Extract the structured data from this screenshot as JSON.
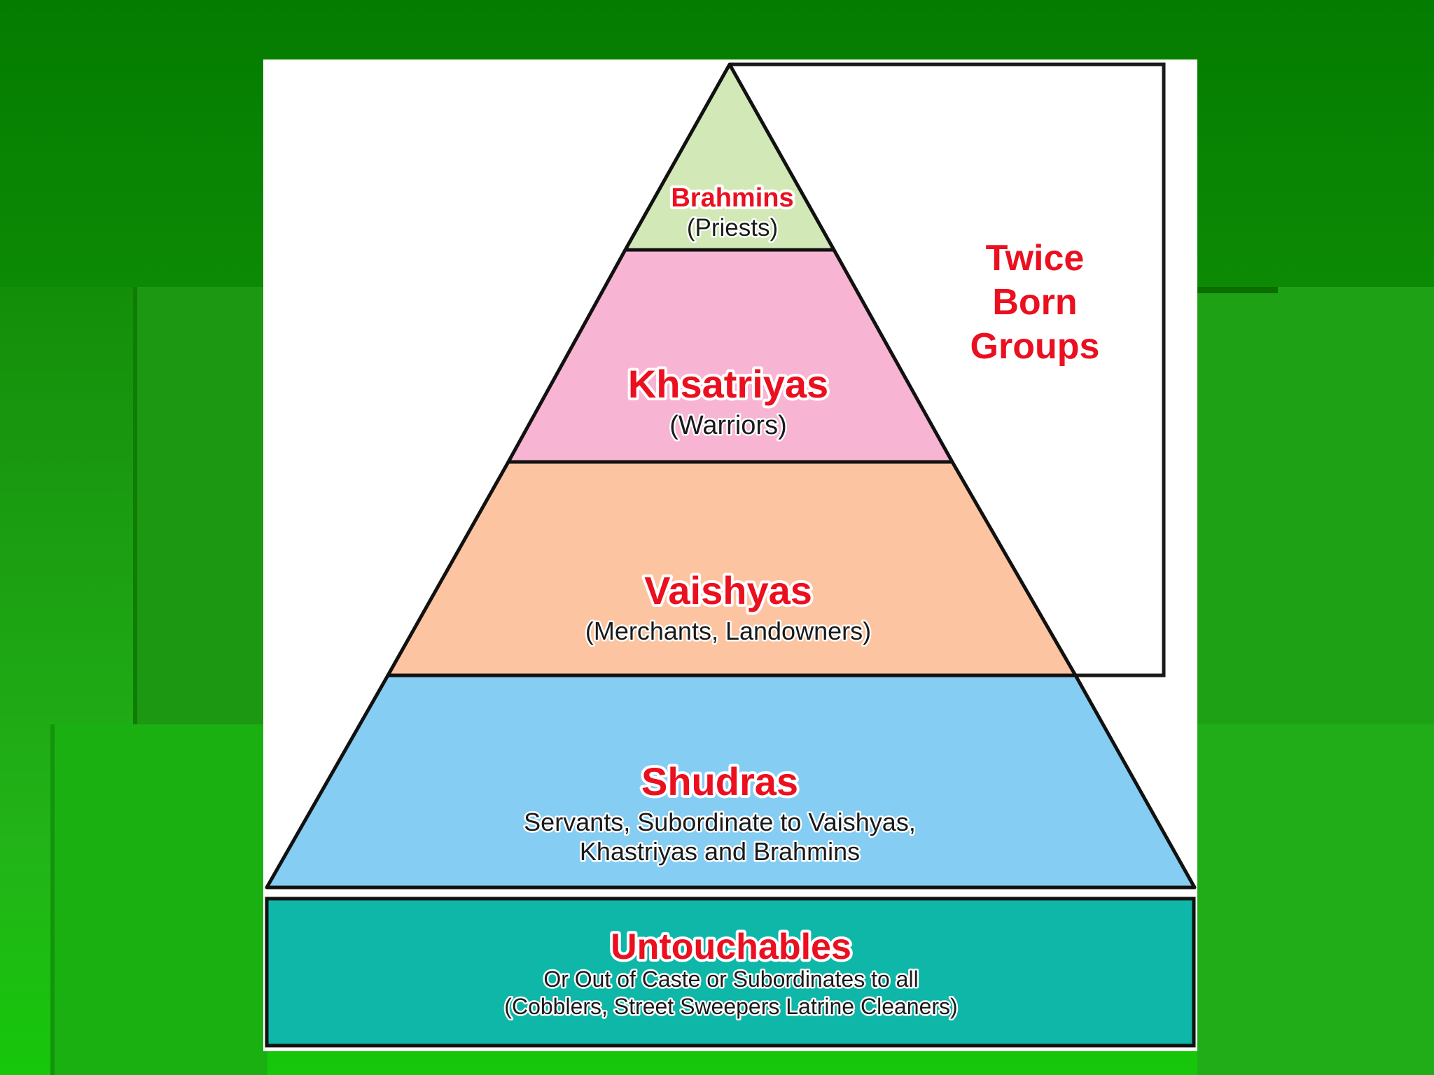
{
  "colors": {
    "brahmins": "#d2e9b7",
    "khsatriyas": "#f8b4d3",
    "vaishyas": "#fcc4a0",
    "shudras": "#85cdf2",
    "untouchables": "#0fb7a8",
    "title_red": "#ea1020"
  },
  "tiers": {
    "brahmins": {
      "title": "Brahmins",
      "subtitle": "(Priests)"
    },
    "khsatriyas": {
      "title": "Khsatriyas",
      "subtitle": "(Warriors)"
    },
    "vaishyas": {
      "title": "Vaishyas",
      "subtitle": "(Merchants, Landowners)"
    },
    "shudras": {
      "title": "Shudras",
      "subtitle_line1": "Servants, Subordinate to Vaishyas,",
      "subtitle_line2": "Khastriyas and Brahmins"
    }
  },
  "untouchables": {
    "title": "Untouchables",
    "line1": "Or Out of Caste or Subordinates to all",
    "line2": "(Cobblers, Street Sweepers Latrine Cleaners)"
  },
  "twice_born": {
    "line1": "Twice",
    "line2": "Born",
    "line3": "Groups"
  }
}
